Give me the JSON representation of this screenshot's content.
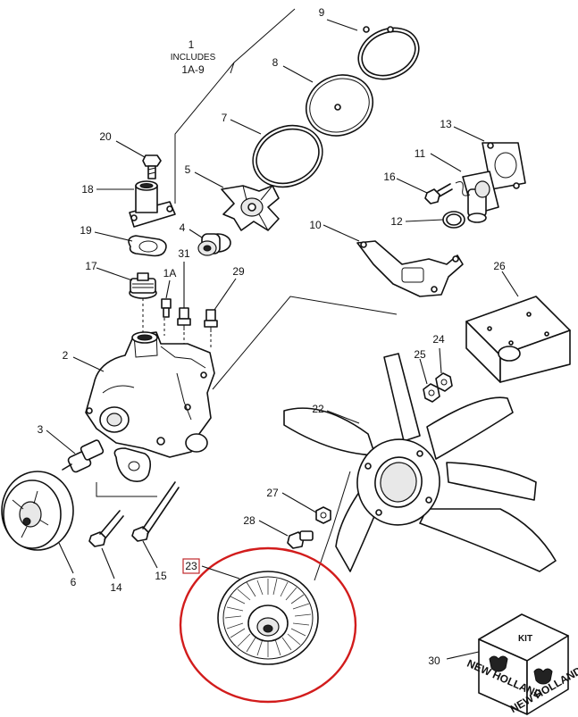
{
  "assembly_note": {
    "number": "1",
    "includes_label": "INCLUDES",
    "range": "1A-9"
  },
  "callouts": {
    "c1A": "1A",
    "c2": "2",
    "c3": "3",
    "c4": "4",
    "c5": "5",
    "c6": "6",
    "c7": "7",
    "c8": "8",
    "c9": "9",
    "c10": "10",
    "c11": "11",
    "c12": "12",
    "c13": "13",
    "c14": "14",
    "c15": "15",
    "c16": "16",
    "c17": "17",
    "c18": "18",
    "c19": "19",
    "c20": "20",
    "c22": "22",
    "c23": "23",
    "c24": "24",
    "c25": "25",
    "c26": "26",
    "c27": "27",
    "c28": "28",
    "c29": "29",
    "c30": "30",
    "c31": "31"
  },
  "kit_box": {
    "label": "KIT",
    "brand_left": "NEW HOLLAND",
    "brand_right": "NEW HOLLAND"
  },
  "highlight": {
    "part": "23",
    "color": "#d21c1c"
  }
}
